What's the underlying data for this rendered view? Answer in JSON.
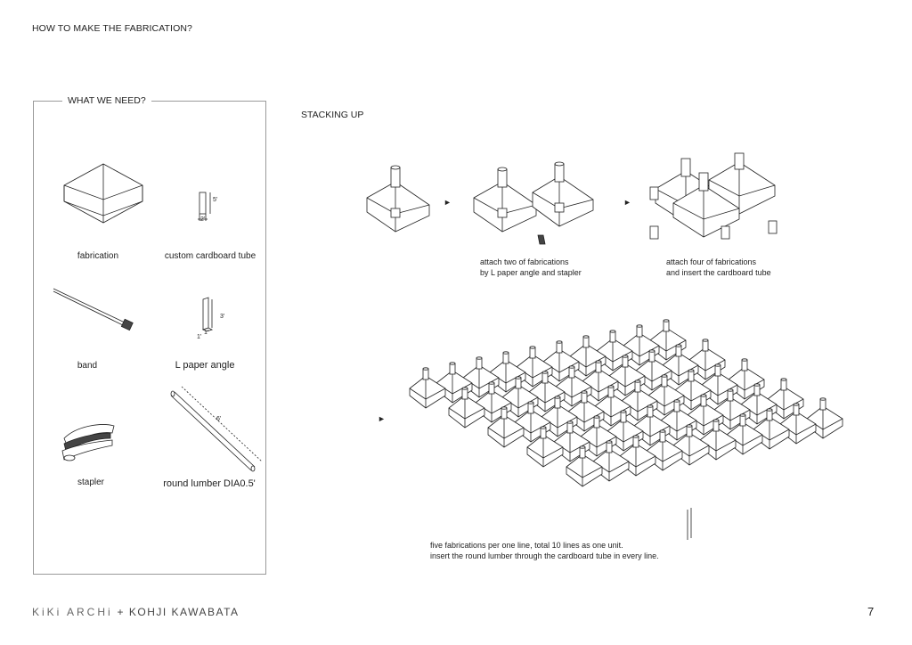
{
  "page": {
    "title": "HOW TO MAKE THE FABRICATION?",
    "page_number": "7"
  },
  "materials": {
    "heading": "WHAT WE NEED?",
    "items": [
      {
        "label": "fabrication",
        "icon": "fabrication-icon"
      },
      {
        "label": "custom cardboard tube",
        "icon": "cardboard-tube-icon",
        "dims": [
          "5'",
          "2'"
        ]
      },
      {
        "label": "band",
        "icon": "cable-tie-icon"
      },
      {
        "label": "L paper angle",
        "icon": "l-angle-icon",
        "dims": [
          "3'",
          "1'",
          "1'"
        ]
      },
      {
        "label": "stapler",
        "icon": "stapler-icon"
      },
      {
        "label": "round lumber DIA0.5'",
        "icon": "round-lumber-icon",
        "dims": [
          "6'"
        ]
      }
    ]
  },
  "stacking": {
    "heading": "STACKING UP",
    "arrow": "►",
    "steps": [
      {
        "caption_lines": []
      },
      {
        "caption_lines": [
          "attach two of fabrications",
          "by L paper angle and stapler"
        ]
      },
      {
        "caption_lines": [
          "attach four of fabrications",
          "and insert the cardboard tube"
        ]
      }
    ],
    "grid": {
      "caption_lines": [
        "five fabrications per one line, total 10 lines as one unit.",
        "insert the round lumber through the cardboard tube in every line."
      ]
    }
  },
  "footer": {
    "brand_light": "KiKi ARCHi",
    "brand_sep": " + ",
    "brand_bold": "KOHJI KAWABATA"
  }
}
